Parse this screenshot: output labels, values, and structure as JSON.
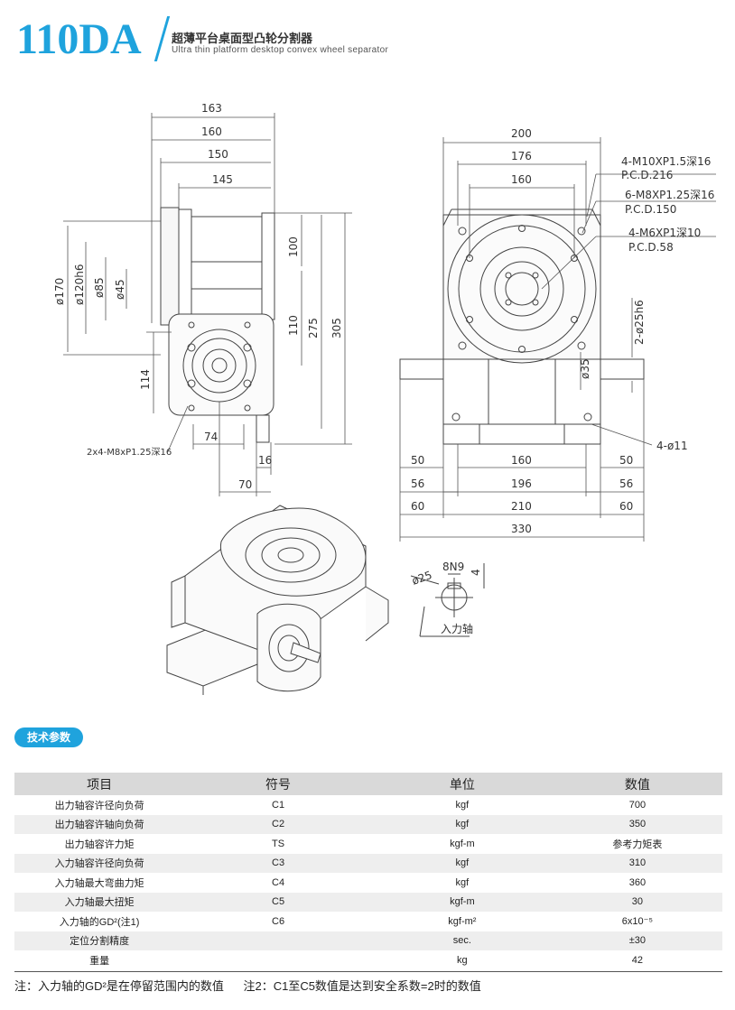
{
  "header": {
    "model": "110DA",
    "title_cn": "超薄平台桌面型凸轮分割器",
    "title_en": "Ultra thin platform desktop convex wheel separator"
  },
  "side_view": {
    "dims": {
      "w163": "163",
      "w160": "160",
      "w150": "150",
      "w145": "145",
      "d170": "ø170",
      "d120": "ø120h6",
      "d85": "ø85",
      "d45": "ø45",
      "h100": "100",
      "h110": "110",
      "h275": "275",
      "h305": "305",
      "h114": "114",
      "w74": "74",
      "w16": "16",
      "w70": "70"
    },
    "callout": "2x4-M8xP1.25深16"
  },
  "front_view": {
    "dims": {
      "w200": "200",
      "w176": "176",
      "w160": "160",
      "b160": "160",
      "b196": "196",
      "b210": "210",
      "b330": "330",
      "l50": "50",
      "l56": "56",
      "l60": "60",
      "r50": "50",
      "r56": "56",
      "r60": "60",
      "d25": "2-ø25h6",
      "d35": "ø35"
    },
    "callouts": [
      {
        "line1": "4-M10XP1.5深16",
        "line2": "P.C.D.216"
      },
      {
        "line1": "6-M8XP1.25深16",
        "line2": "P.C.D.150"
      },
      {
        "line1": "4-M6XP1深10",
        "line2": "P.C.D.58"
      }
    ],
    "hole_note": "4-ø11"
  },
  "shaft_detail": {
    "d25": "ø25",
    "key": "8N9",
    "depth": "4",
    "label": "入力轴"
  },
  "section_title": "技术参数",
  "table": {
    "headers": [
      "项目",
      "符号",
      "单位",
      "数值"
    ],
    "rows": [
      [
        "出力轴容许径向负荷",
        "C1",
        "kgf",
        "700"
      ],
      [
        "出力轴容许轴向负荷",
        "C2",
        "kgf",
        "350"
      ],
      [
        "出力轴容许力矩",
        "TS",
        "kgf-m",
        "参考力矩表"
      ],
      [
        "入力轴容许径向负荷",
        "C3",
        "kgf",
        "310"
      ],
      [
        "入力轴最大弯曲力矩",
        "C4",
        "kgf",
        "360"
      ],
      [
        "入力轴最大扭矩",
        "C5",
        "kgf-m",
        "30"
      ],
      [
        "入力轴的GD²(注1)",
        "C6",
        "kgf-m²",
        "6x10⁻⁵"
      ],
      [
        "定位分割精度",
        "",
        "sec.",
        "±30"
      ],
      [
        "重量",
        "",
        "kg",
        "42"
      ]
    ]
  },
  "notes": {
    "note1": "注：入力轴的GD²是在停留范围内的数值",
    "note2": "注2：C1至C5数值是达到安全系数=2时的数值"
  }
}
